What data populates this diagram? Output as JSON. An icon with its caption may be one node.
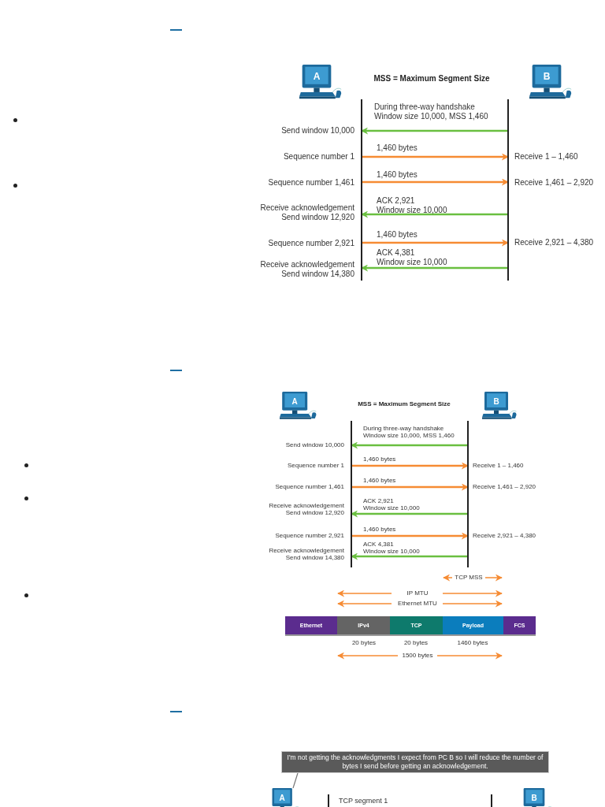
{
  "diagram": {
    "nodes": [
      {
        "text": [
          "A"
        ]
      },
      {
        "text": [
          "B"
        ]
      },
      {
        "text": [
          "A"
        ]
      },
      {
        "text": [
          "B"
        ]
      },
      {
        "text": [
          "Ethernet"
        ]
      },
      {
        "text": [
          "IPv4"
        ]
      },
      {
        "text": [
          "TCP"
        ]
      },
      {
        "text": [
          "Payload"
        ]
      },
      {
        "text": [
          "FCS"
        ]
      },
      {
        "text": [
          "I'm not getting the acknowledgments I expect from PC B so I will reduce the number of bytes I send before getting an acknowledgement."
        ]
      },
      {
        "text": [
          "A"
        ]
      },
      {
        "text": [
          "B"
        ]
      }
    ],
    "edges": [
      {
        "from": 1,
        "to": 0,
        "arrow": "to",
        "label": "During three-way handshake Window size 10,000, MSS 1,460",
        "color": "#6abf40"
      },
      {
        "from": 0,
        "to": 1,
        "arrow": "to",
        "label": "1,460 bytes",
        "color": "#f68b33"
      },
      {
        "from": 0,
        "to": 1,
        "arrow": "to",
        "label": "1,460 bytes",
        "color": "#f68b33"
      },
      {
        "from": 1,
        "to": 0,
        "arrow": "to",
        "label": "ACK 2,921 Window size 10,000",
        "color": "#6abf40"
      },
      {
        "from": 0,
        "to": 1,
        "arrow": "to",
        "label": "1,460 bytes",
        "color": "#f68b33"
      },
      {
        "from": 1,
        "to": 0,
        "arrow": "to",
        "label": "ACK 4,381 Window size 10,000",
        "color": "#6abf40"
      },
      {
        "from": 3,
        "to": 2,
        "arrow": "to",
        "label": "During three-way handshake Window size 10,000, MSS 1,460",
        "color": "#6abf40"
      },
      {
        "from": 2,
        "to": 3,
        "arrow": "to",
        "label": "1,460 bytes",
        "color": "#f68b33"
      },
      {
        "from": 2,
        "to": 3,
        "arrow": "to",
        "label": "1,460 bytes",
        "color": "#f68b33"
      },
      {
        "from": 3,
        "to": 2,
        "arrow": "to",
        "label": "ACK 2,921 Window size 10,000",
        "color": "#6abf40"
      },
      {
        "from": 2,
        "to": 3,
        "arrow": "to",
        "label": "1,460 bytes",
        "color": "#f68b33"
      },
      {
        "from": 3,
        "to": 2,
        "arrow": "to",
        "label": "ACK 4,381 Window size 10,000",
        "color": "#6abf40"
      },
      {
        "from": 9,
        "to": 10,
        "arrow": "none",
        "color": "#777777"
      }
    ],
    "labels": [
      "MSS = Maximum Segment Size",
      "Send window 10,000",
      "Sequence number 1",
      "Receive 1 – 1,460",
      "Sequence number 1,461",
      "Receive 1,461 – 2,920",
      "Receive acknowledgement Send window 12,920",
      "Sequence number 2,921",
      "Receive 2,921 – 4,380",
      "Receive acknowledgement Send window 14,380",
      "MSS = Maximum Segment Size",
      "Send window 10,000",
      "Sequence number 1",
      "Receive 1 – 1,460",
      "Sequence number 1,461",
      "Receive 1,461 – 2,920",
      "Receive acknowledgement Send window 12,920",
      "Sequence number 2,921",
      "Receive 2,921 – 4,380",
      "Receive acknowledgement Send window 14,380",
      "TCP MSS",
      "IP MTU",
      "Ethernet MTU",
      "20 bytes",
      "20 bytes",
      "1460 bytes",
      "1500 bytes",
      "TCP segment 1"
    ]
  }
}
